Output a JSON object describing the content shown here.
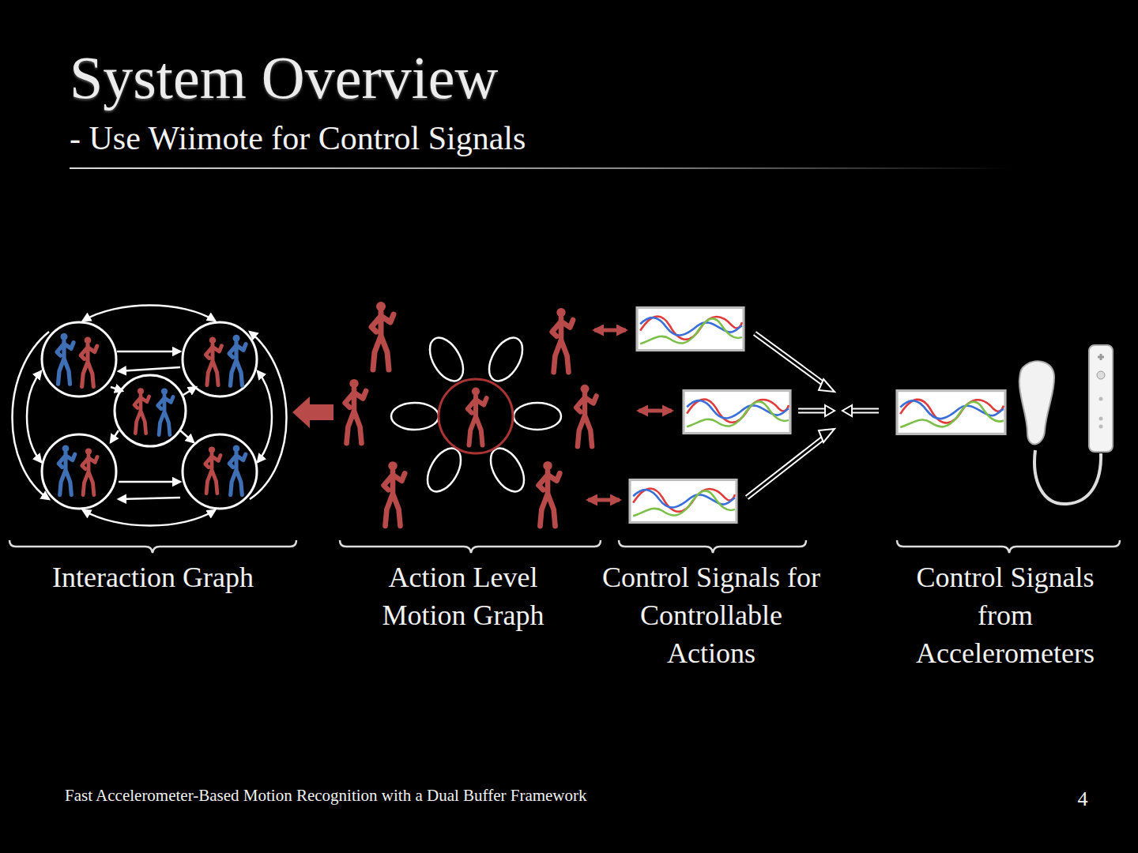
{
  "diagram": {
    "title": "System Overview",
    "caption": "Fast Accelerometer-Based Motion Recognition with a Dual Buffer Framework",
    "labels": [
      "- Use Wiimote for Control Signals",
      "Interaction Graph",
      "Action Level Motion Graph",
      "Control Signals for Controllable Actions",
      "Control Signals from Accelerometers",
      "4"
    ]
  }
}
